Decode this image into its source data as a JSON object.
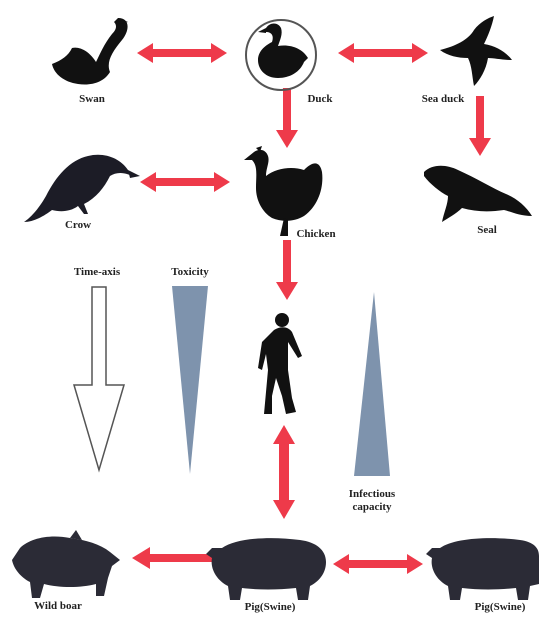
{
  "colors": {
    "arrow": "#ee3a4a",
    "silhouette": "#111111",
    "silhouette_alt": "#2b2b36",
    "wedge": "#7e93ad",
    "outline": "#555555"
  },
  "animals": {
    "swan": "Swan",
    "duck": "Duck",
    "sea_duck": "Sea duck",
    "crow": "Crow",
    "chicken": "Chicken",
    "seal": "Seal",
    "wild_boar": "Wild boar",
    "pig_center": "Pig(Swine)",
    "pig_right": "Pig(Swine)"
  },
  "indicators": {
    "time_axis": "Time-axis",
    "toxicity": "Toxicity",
    "infectious_line1": "Infectious",
    "infectious_line2": "capacity"
  },
  "icons": {
    "swan": "swan-icon",
    "duck": "duck-icon",
    "sea_duck": "sea-duck-icon",
    "crow": "crow-icon",
    "chicken": "chicken-icon",
    "seal": "seal-icon",
    "human": "human-icon",
    "wild_boar": "wild-boar-icon",
    "pig": "pig-icon"
  }
}
